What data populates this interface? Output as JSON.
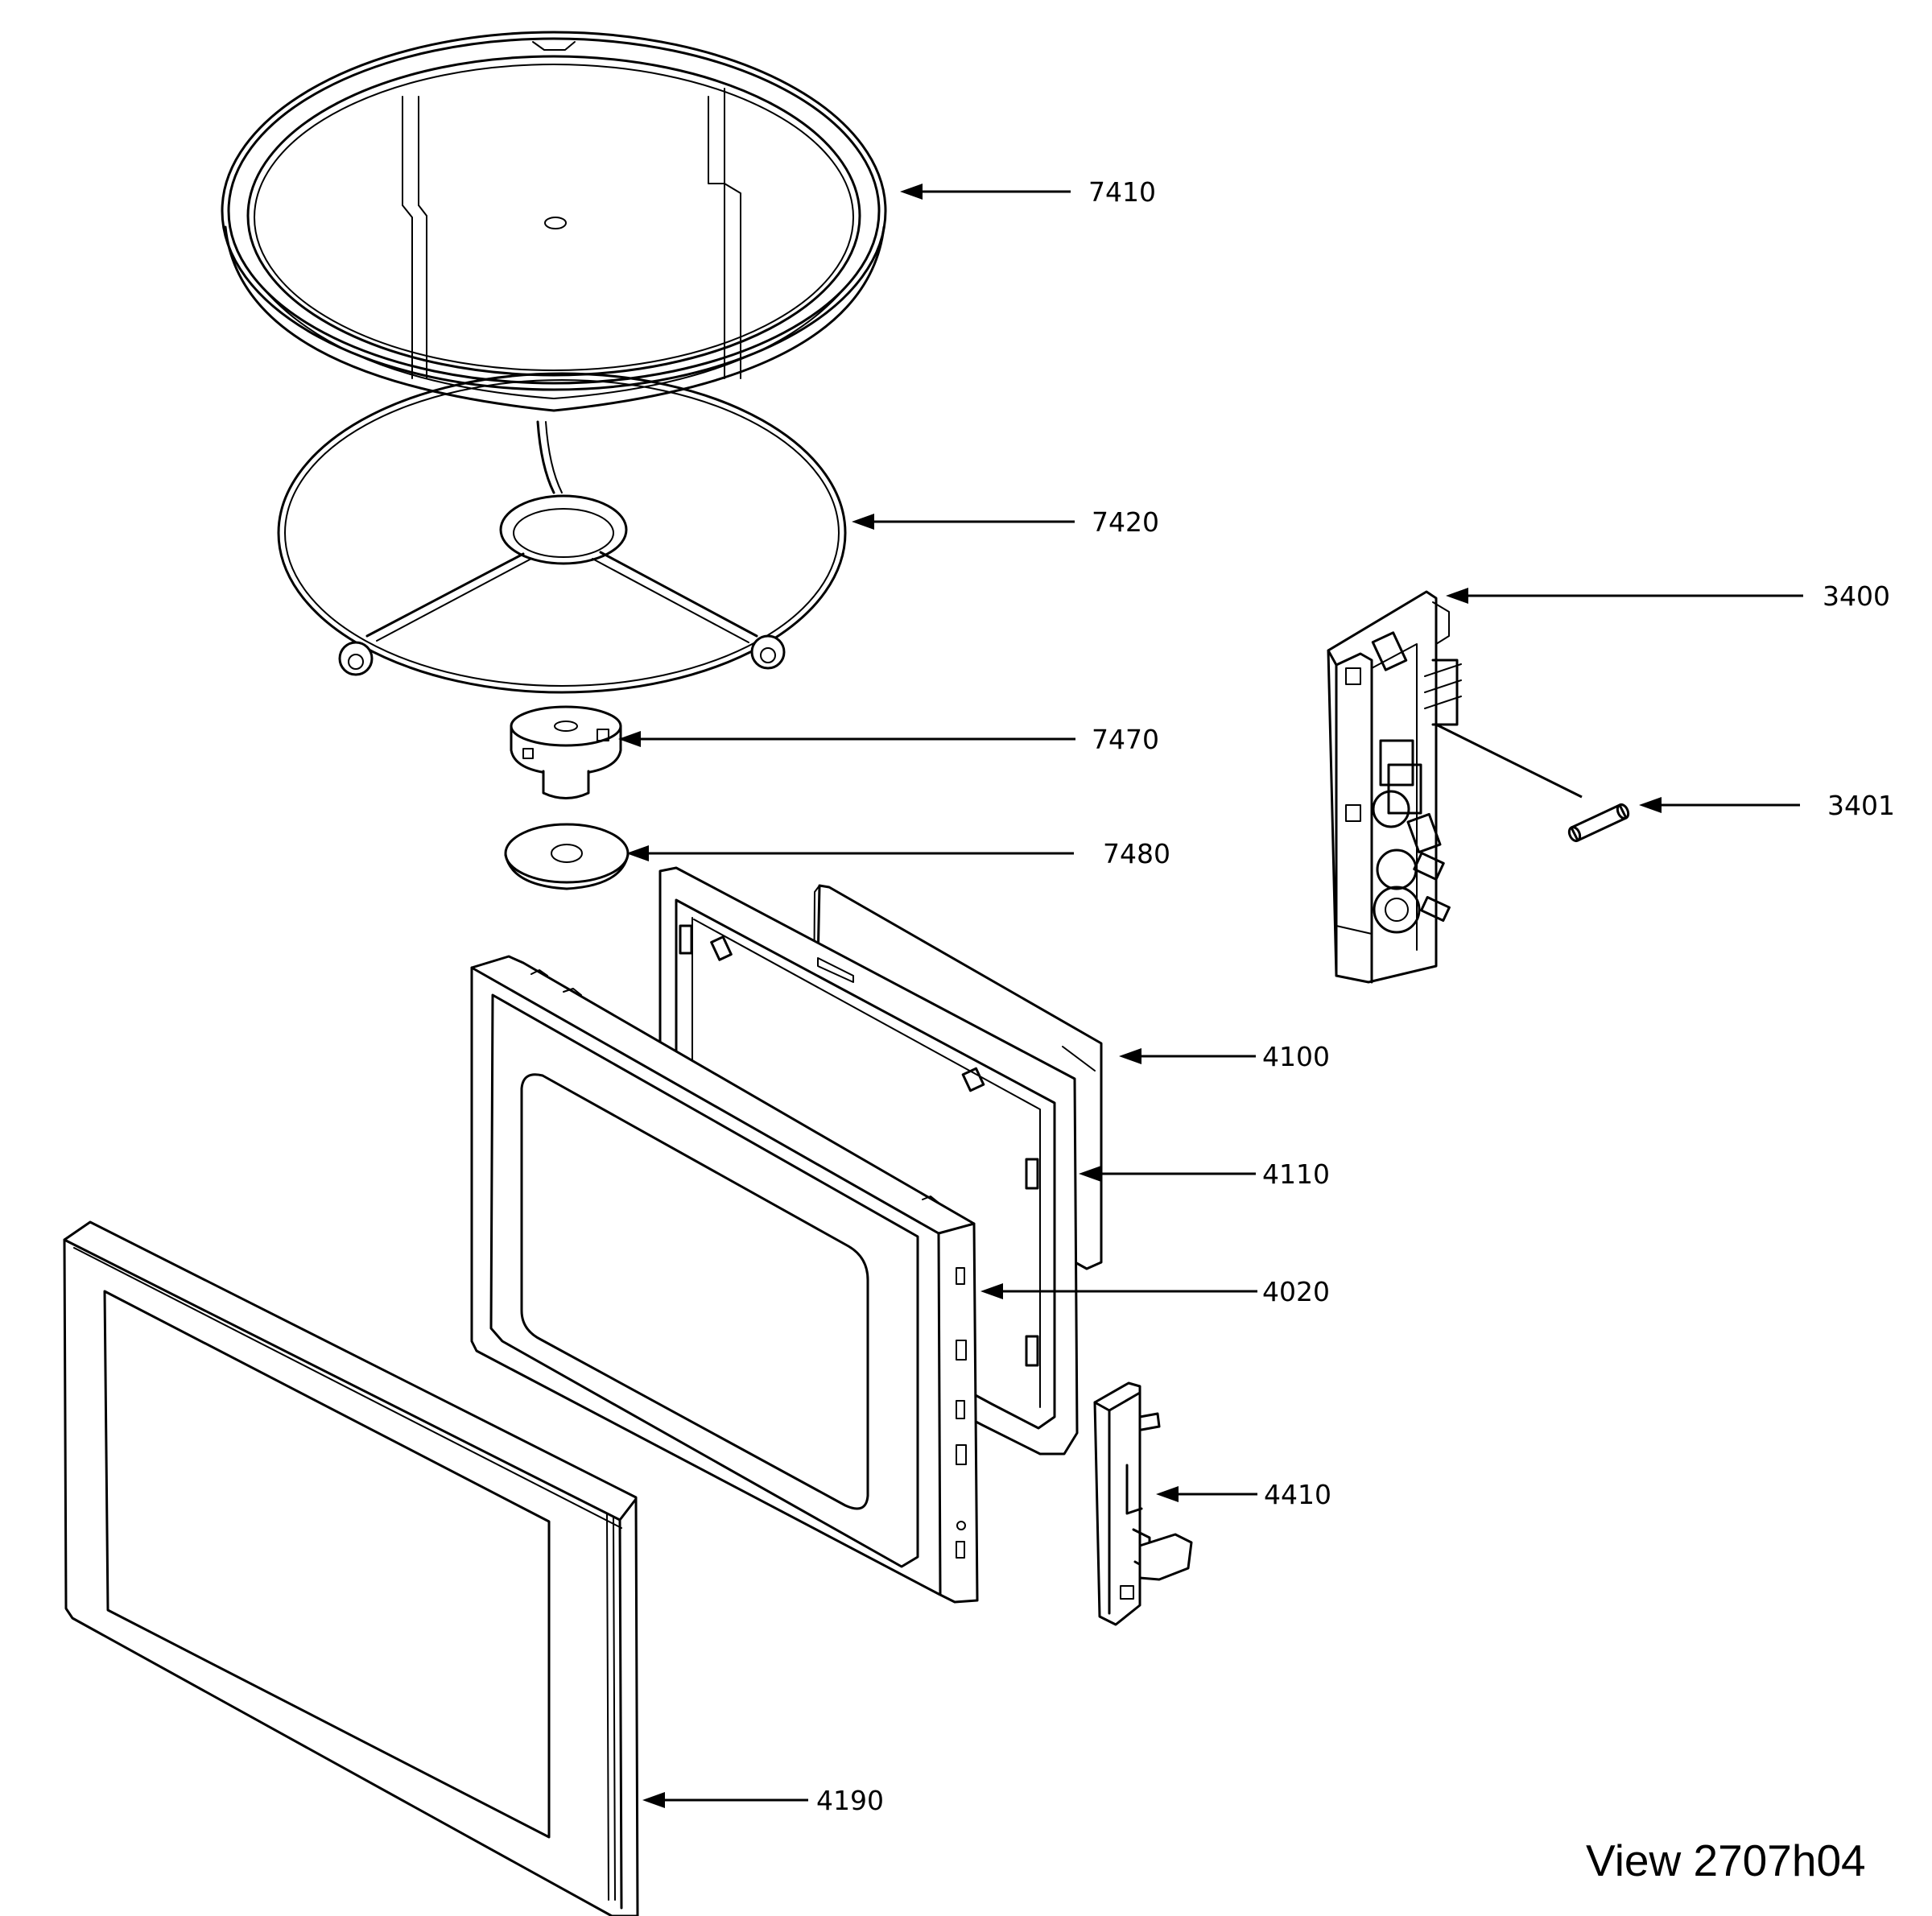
{
  "view_label": "View 2707h04",
  "callouts": {
    "c7410": "7410",
    "c7420": "7420",
    "c7470": "7470",
    "c7480": "7480",
    "c3400": "3400",
    "c3401": "3401",
    "c4100": "4100",
    "c4110": "4110",
    "c4020": "4020",
    "c4410": "4410",
    "c4190": "4190"
  }
}
